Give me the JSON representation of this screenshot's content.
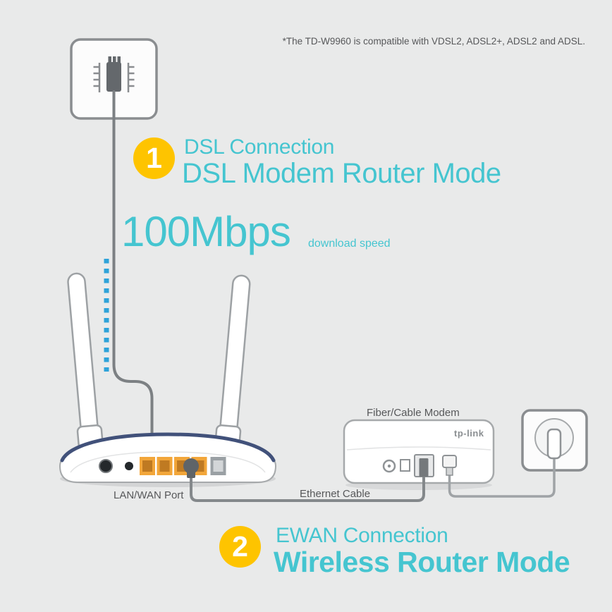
{
  "disclaimer": "*The TD-W9960 is compatible with VDSL2, ADSL2+, ADSL2 and ADSL.",
  "step1": {
    "number": "1",
    "title": "DSL Connection",
    "mode": "DSL Modem Router Mode"
  },
  "speed": {
    "value": "100Mbps",
    "caption": "download speed"
  },
  "router": {
    "port_label": "LAN/WAN Port"
  },
  "ethernet": {
    "label": "Ethernet Cable"
  },
  "modem": {
    "label": "Fiber/Cable Modem",
    "brand": "tp-link"
  },
  "step2": {
    "number": "2",
    "title": "EWAN Connection",
    "mode": "Wireless Router Mode"
  },
  "colors": {
    "background": "#e9eaea",
    "teal": "#45c5d0",
    "badge_yellow": "#fec400",
    "text_grey": "#57585a",
    "router_trim_navy": "#41517a",
    "lan_port_yellow": "#f2a63a",
    "signal_blue": "#2fa3d9",
    "cable_grey": "#7c8083"
  }
}
